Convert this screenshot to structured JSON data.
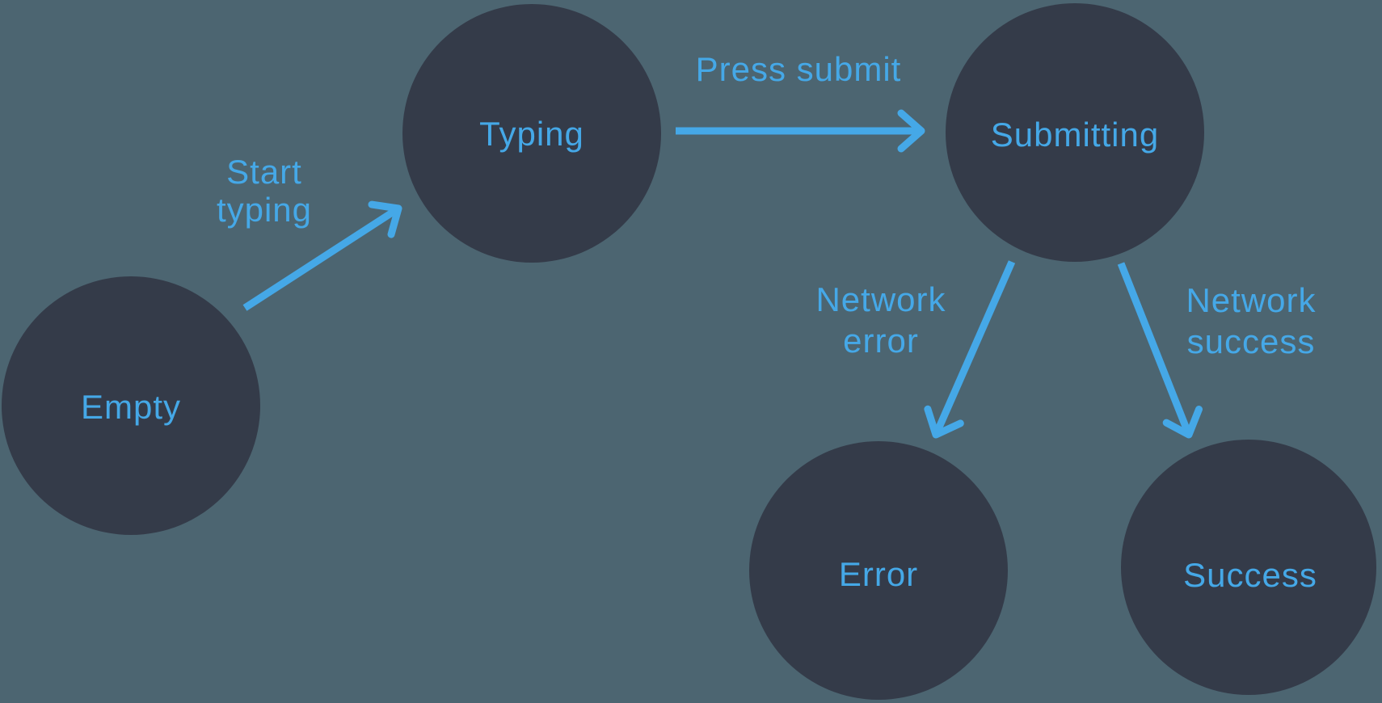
{
  "colors": {
    "background": "#4C6571",
    "node_fill": "#343B49",
    "accent": "#45A8E7"
  },
  "nodes": [
    {
      "id": "empty",
      "label": "Empty"
    },
    {
      "id": "typing",
      "label": "Typing"
    },
    {
      "id": "submitting",
      "label": "Submitting"
    },
    {
      "id": "error",
      "label": "Error"
    },
    {
      "id": "success",
      "label": "Success"
    }
  ],
  "transitions": [
    {
      "from": "empty",
      "to": "typing",
      "label_lines": [
        "Start",
        "typing"
      ]
    },
    {
      "from": "typing",
      "to": "submitting",
      "label_lines": [
        "Press submit"
      ]
    },
    {
      "from": "submitting",
      "to": "error",
      "label_lines": [
        "Network",
        "error"
      ]
    },
    {
      "from": "submitting",
      "to": "success",
      "label_lines": [
        "Network",
        "success"
      ]
    }
  ]
}
